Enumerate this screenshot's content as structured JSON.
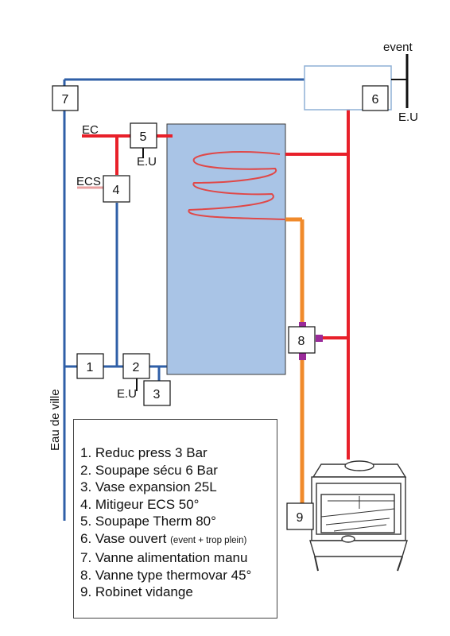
{
  "diagram": {
    "labels": {
      "event": "event",
      "eu_top": "E.U",
      "ec": "EC",
      "eu_valve5": "E.U",
      "ecs": "ECS",
      "eu_bottom": "E.U",
      "eau_de_ville": "Eau de ville"
    },
    "components": {
      "c1": "1",
      "c2": "2",
      "c3": "3",
      "c4": "4",
      "c5": "5",
      "c6": "6",
      "c7": "7",
      "c8": "8",
      "c9": "9"
    },
    "legend": [
      {
        "text": "1. Reduc press 3 Bar"
      },
      {
        "text": "2. Soupape sécu 6 Bar"
      },
      {
        "text": "3. Vase expansion 25L"
      },
      {
        "text": "4. Mitigeur ECS 50°"
      },
      {
        "text": "5. Soupape Therm 80°"
      },
      {
        "text": "6. Vase ouvert",
        "note": "(event + trop plein)"
      },
      {
        "text": "7. Vanne alimentation manu"
      },
      {
        "text": "8. Vanne type thermovar 45°"
      },
      {
        "text": "9. Robinet vidange"
      }
    ],
    "colors": {
      "cold_water": "#2f5fa7",
      "hot_water": "#e8202a",
      "return_water": "#f08a2b",
      "tank_fill": "#a9c4e6",
      "valve_port": "#9a2b9a",
      "coil": "#e04848"
    }
  }
}
